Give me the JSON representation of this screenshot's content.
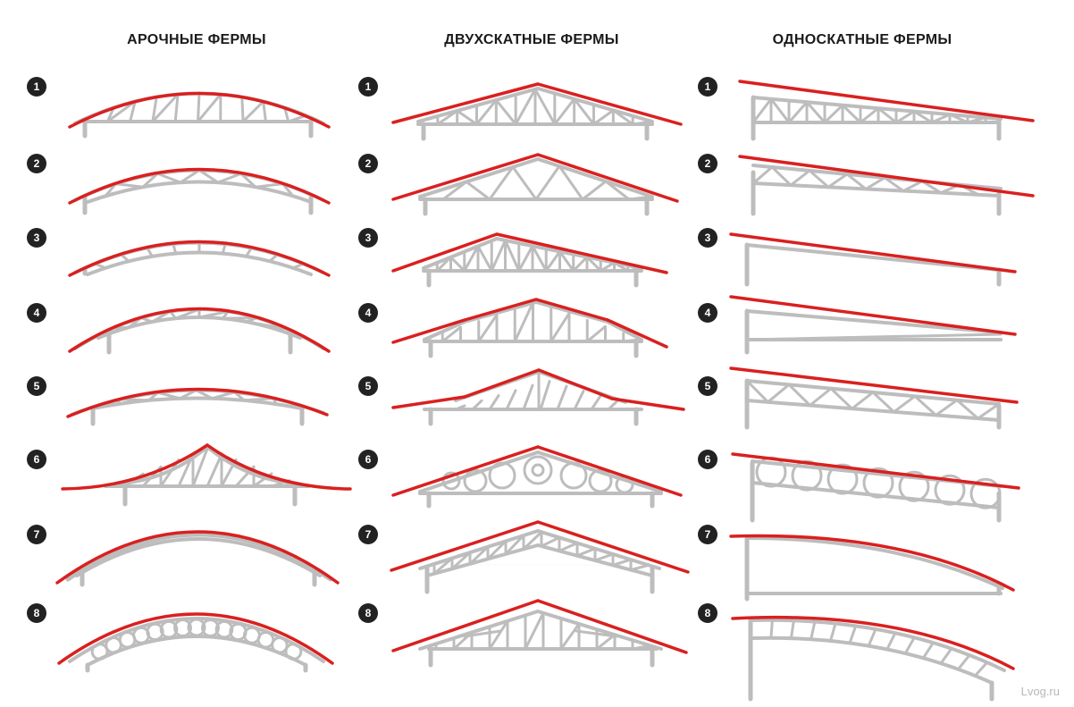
{
  "columns": [
    {
      "title": "АРОЧНЫЕ ФЕРМЫ",
      "numbers": [
        "1",
        "2",
        "3",
        "4",
        "5",
        "6",
        "7",
        "8"
      ]
    },
    {
      "title": "ДВУХСКАТНЫЕ ФЕРМЫ",
      "numbers": [
        "1",
        "2",
        "3",
        "4",
        "5",
        "6",
        "7",
        "8"
      ]
    },
    {
      "title": "ОДНОСКАТНЫЕ ФЕРМЫ",
      "numbers": [
        "1",
        "2",
        "3",
        "4",
        "5",
        "6",
        "7",
        "8"
      ]
    }
  ],
  "watermark": "Lvog.ru",
  "colors": {
    "roof": "#d9201f",
    "frame": "#bdbdbd",
    "badge": "#222222",
    "text": "#1a1a1a"
  }
}
